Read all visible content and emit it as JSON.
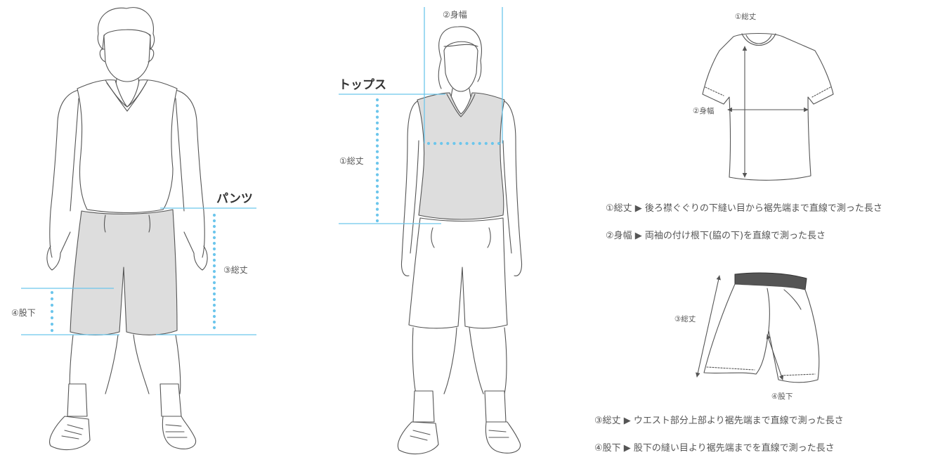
{
  "man": {
    "pants_heading": "パンツ",
    "length_label": "③総丈",
    "inseam_label": "④股下"
  },
  "woman": {
    "tops_heading": "トップス",
    "length_label": "①総丈",
    "width_label": "②身幅"
  },
  "tshirt": {
    "length_label": "①総丈",
    "width_label": "②身幅"
  },
  "shorts": {
    "length_label": "③総丈",
    "inseam_label": "④股下"
  },
  "descriptions": {
    "tops_length": "①総丈 ▶ 後ろ襟ぐぐりの下縫い目から裾先端まで直線で測った長さ",
    "tops_width": "②身幅 ▶ 両袖の付け根下(脇の下)を直線で測った長さ",
    "pants_length": "③総丈 ▶ ウエスト部分上部より裾先端まで直線で測った長さ",
    "pants_inseam": "④股下 ▶ 股下の縫い目より裾先端までを直線で測った長さ"
  },
  "colors": {
    "measure_line": "#6cc6ec",
    "garment_fill": "#dddddd",
    "outline": "#555555"
  }
}
